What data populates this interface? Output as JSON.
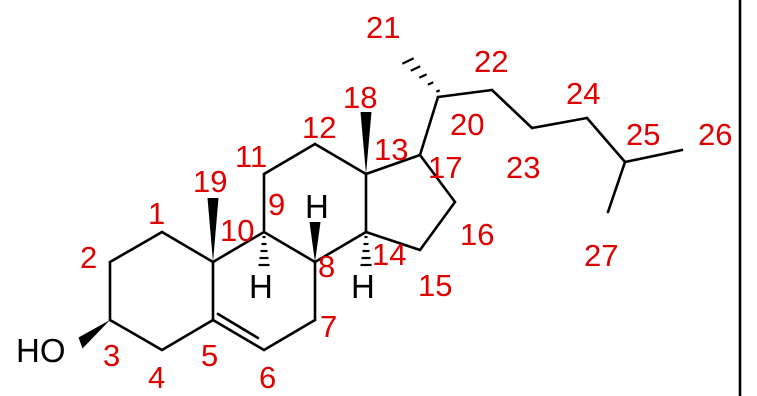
{
  "molecule": {
    "atom_labels": {
      "hydroxyl": "HO",
      "h9": "H",
      "h10": "H",
      "h14": "H"
    },
    "locants": [
      "1",
      "2",
      "3",
      "4",
      "5",
      "6",
      "7",
      "8",
      "9",
      "10",
      "11",
      "12",
      "13",
      "14",
      "15",
      "16",
      "17",
      "18",
      "19",
      "20",
      "21",
      "22",
      "23",
      "24",
      "25",
      "26",
      "27"
    ],
    "colors": {
      "bond": "#000000",
      "locant": "#e00000"
    }
  }
}
